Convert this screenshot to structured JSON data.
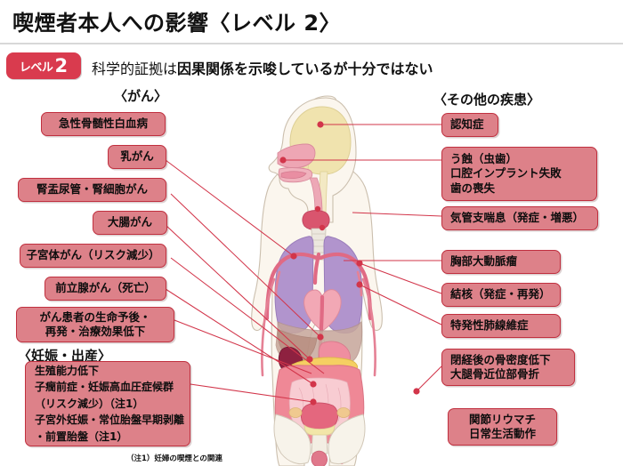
{
  "header": {
    "title": "喫煙者本人への影響〈レベル 2〉",
    "level_badge_small": "レベル",
    "level_badge_num": "2",
    "level_desc_pre": "科学的証拠は",
    "level_desc_bold": "因果関係を示唆しているが十分ではない"
  },
  "sections": {
    "cancer_heading": "〈がん〉",
    "other_heading": "〈その他の疾患〉",
    "pregnancy_heading": "〈妊娠・出産〉"
  },
  "cancer_boxes": [
    {
      "id": "acute-myeloid-leukemia",
      "lines": [
        "急性骨髄性白血病"
      ]
    },
    {
      "id": "breast-cancer",
      "lines": [
        "乳がん"
      ]
    },
    {
      "id": "renal-pelvis-ureter-renal-cell-cancer",
      "lines": [
        "腎盂尿管・腎細胞がん"
      ]
    },
    {
      "id": "colorectal-cancer",
      "lines": [
        "大腸がん"
      ]
    },
    {
      "id": "endometrial-cancer",
      "lines": [
        "子宮体がん（リスク減少）"
      ]
    },
    {
      "id": "prostate-cancer",
      "lines": [
        "前立腺がん（死亡）"
      ]
    },
    {
      "id": "cancer-prognosis",
      "lines": [
        "がん患者の生命予後・",
        "再発・治療効果低下"
      ]
    }
  ],
  "pregnancy_box": {
    "id": "pregnancy-childbirth",
    "lines": [
      "生殖能力低下",
      "子癇前症・妊娠高血圧症候群",
      "（リスク減少）（注1）",
      "子宮外妊娠・常位胎盤早期剥離",
      "・前置胎盤（注1）"
    ]
  },
  "other_boxes": [
    {
      "id": "dementia",
      "lines": [
        "認知症"
      ]
    },
    {
      "id": "dental",
      "lines": [
        "う蝕（虫歯）",
        "口腔インプラント失敗",
        "歯の喪失"
      ]
    },
    {
      "id": "bronchial-asthma",
      "lines": [
        "気管支喘息（発症・増悪）"
      ]
    },
    {
      "id": "thoracic-aortic-aneurysm",
      "lines": [
        "胸部大動脈瘤"
      ]
    },
    {
      "id": "tuberculosis",
      "lines": [
        "結核（発症・再発）"
      ]
    },
    {
      "id": "idiopathic-pulmonary-fibrosis",
      "lines": [
        "特発性肺線維症"
      ]
    },
    {
      "id": "bone-density-fracture",
      "lines": [
        "閉経後の骨密度低下",
        "大腿骨近位部骨折"
      ]
    },
    {
      "id": "rheumatoid-arthritis-adl",
      "lines": [
        "関節リウマチ",
        "日常生活動作"
      ]
    }
  ],
  "footnote": "（注1）妊婦の喫煙との関連",
  "colors": {
    "box_fill": "#dd8189",
    "box_border": "#c0303f",
    "badge": "#d93b4e",
    "connector": "#d2354a",
    "brain": "#f0e3ae",
    "lung": "#b194cd",
    "vessel": "#e06a84",
    "intestine": "#ef8896",
    "skin": "#fbf6ee"
  }
}
